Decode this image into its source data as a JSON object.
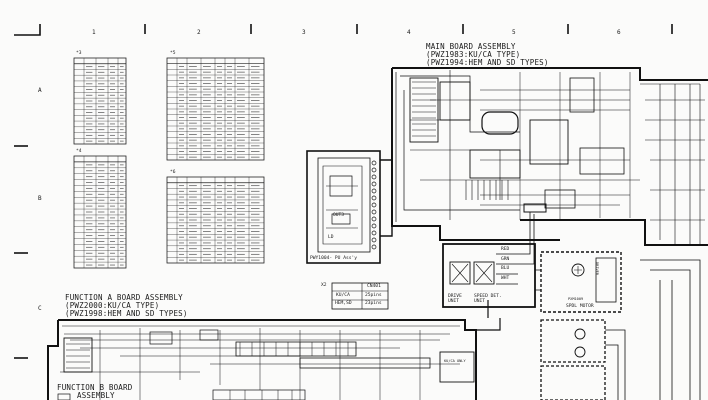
{
  "columns": [
    "1",
    "2",
    "3",
    "4",
    "5",
    "6"
  ],
  "rows": [
    "A",
    "B",
    "C"
  ],
  "tables": {
    "t1": {
      "tag": "*3"
    },
    "t2": {
      "tag": "*5"
    },
    "t3": {
      "tag": "*4"
    },
    "t4": {
      "tag": "*6"
    }
  },
  "main_board": {
    "title": "MAIN BOARD ASSEMBLY",
    "line2": "(PWZ1983:KU/CA TYPE)",
    "line3": "(PWZ1994:HEM AND SD TYPES)"
  },
  "pu_assy": {
    "label": "PWY1004-  PU Ass'y",
    "parts": [
      "LD",
      "OUT3"
    ]
  },
  "connector_table": {
    "tag": "X2",
    "header": "CN401",
    "rows": [
      [
        "KU/CA",
        "25pins"
      ],
      [
        "HEM,SD",
        "23pins"
      ]
    ]
  },
  "wires": [
    "RED",
    "GRN",
    "BLU",
    "WHT"
  ],
  "units": {
    "drive": "DRIVE UNIT",
    "speed": "SPEED DET. UNIT",
    "spdl_motor": "SPDL MOTOR",
    "spdl_part": "PXM1009",
    "driver": "DRIVER"
  },
  "function_a": {
    "title": "FUNCTION A BOARD ASSEMBLY",
    "line2": "(PWZ2000:KU/CA TYPE)",
    "line3": "(PWZ1998:HEM AND SD TYPES)"
  },
  "function_b": {
    "title": "FUNCTION B BOARD",
    "line2": "ASSEMBLY"
  },
  "annotations": {
    "kuca_only": "KU/CA ONLY"
  }
}
